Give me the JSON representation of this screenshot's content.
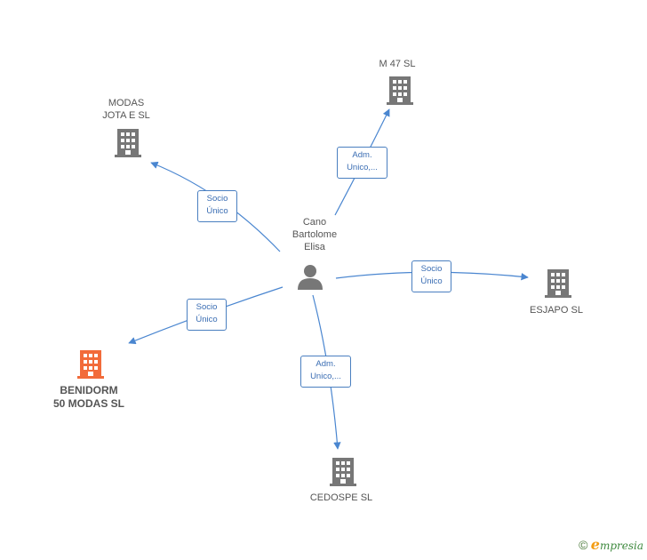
{
  "center": {
    "name": "Cano\nBartolome\nElisa",
    "icon": "person-icon"
  },
  "companies": [
    {
      "id": "modas-jota",
      "name": "MODAS\nJOTA E SL",
      "icon": "building-icon",
      "color": "#777777"
    },
    {
      "id": "m47",
      "name": "M 47 SL",
      "icon": "building-icon",
      "color": "#777777"
    },
    {
      "id": "esjapo",
      "name": "ESJAPO SL",
      "icon": "building-icon",
      "color": "#777777"
    },
    {
      "id": "cedospe",
      "name": "CEDOSPE SL",
      "icon": "building-icon",
      "color": "#777777"
    },
    {
      "id": "benidorm",
      "name": "BENIDORM\n50 MODAS SL",
      "icon": "building-icon",
      "color": "#f26b3a",
      "highlight": true
    }
  ],
  "relations": [
    {
      "to": "modas-jota",
      "label": "Socio\nÚnico"
    },
    {
      "to": "m47",
      "label": "Adm.\nUnico,..."
    },
    {
      "to": "esjapo",
      "label": "Socio\nÚnico"
    },
    {
      "to": "cedospe",
      "label": "Adm.\nUnico,..."
    },
    {
      "to": "benidorm",
      "label": "Socio\nÚnico"
    }
  ],
  "colors": {
    "edge": "#4a86d0",
    "person": "#777777"
  },
  "footer": {
    "copyright": "©",
    "brand_initial": "e",
    "brand_rest": "mpresia"
  }
}
